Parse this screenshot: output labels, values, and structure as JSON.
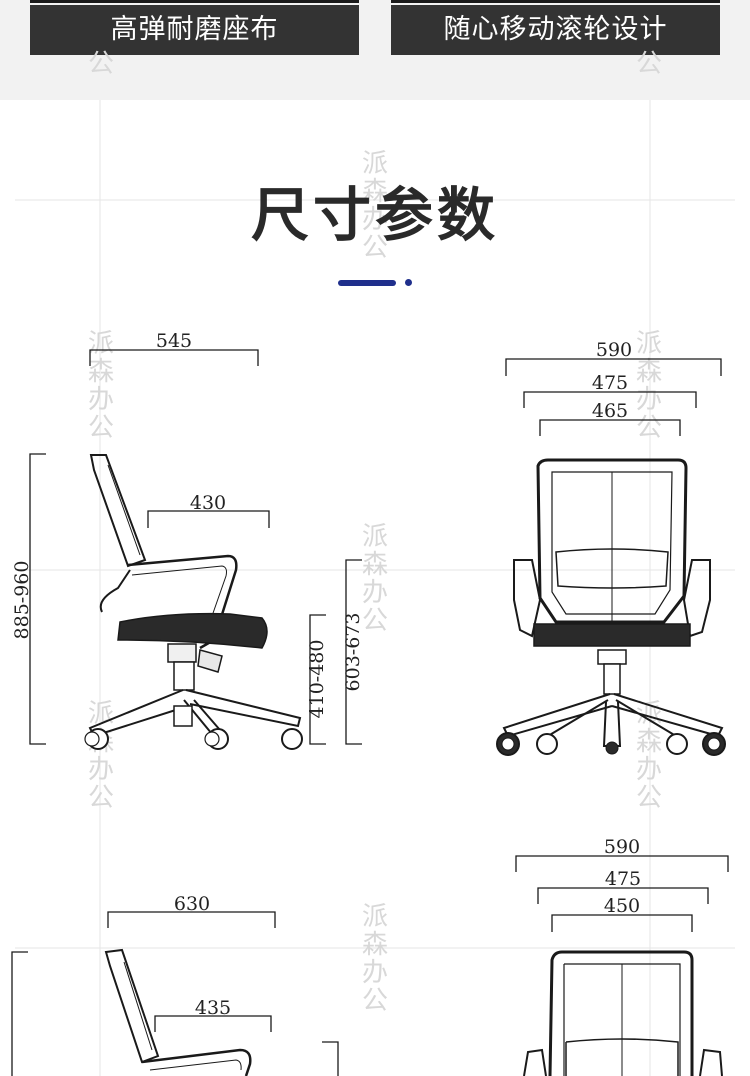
{
  "banners": {
    "left": "高弹耐磨座布",
    "right": "随心移动滚轮设计"
  },
  "section_title": "尺寸参数",
  "colors": {
    "banner_bg": "#333333",
    "accent": "#1f2f8c",
    "line": "#1a1a1a"
  },
  "watermark": {
    "chars": [
      "派",
      "森",
      "办",
      "公"
    ]
  },
  "side_view_1": {
    "overall_depth": "545",
    "seat_depth": "430",
    "total_height": "885-960",
    "seat_height": "410-480",
    "armrest_height": "603-673"
  },
  "front_view_1": {
    "overall_width": "590",
    "armrest_width": "475",
    "seat_width": "465"
  },
  "side_view_2": {
    "overall_depth": "630",
    "seat_depth": "435"
  },
  "front_view_2": {
    "overall_width": "590",
    "armrest_width": "475",
    "seat_width": "450"
  }
}
